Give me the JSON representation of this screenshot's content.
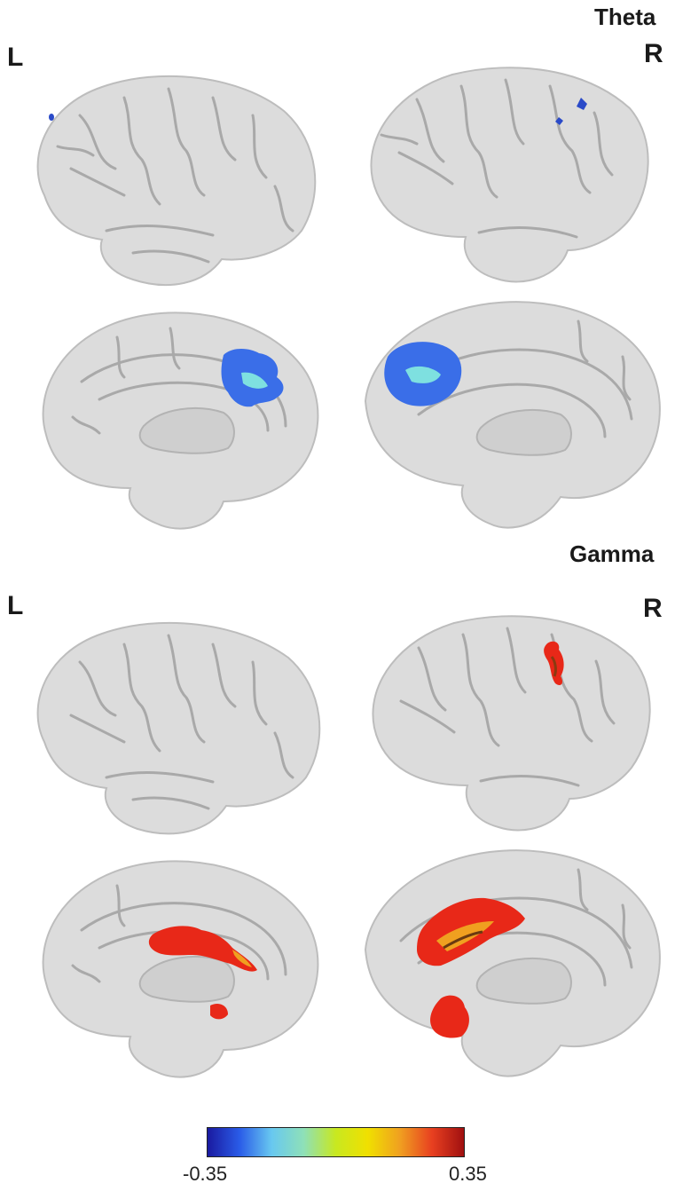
{
  "panels": {
    "theta": {
      "title": "Theta",
      "left": "L",
      "right": "R"
    },
    "gamma": {
      "title": "Gamma",
      "left": "L",
      "right": "R"
    }
  },
  "colorbar": {
    "min_label": "-0.35",
    "max_label": "0.35",
    "min": -0.35,
    "max": 0.35,
    "stops": [
      "#1a1aa0",
      "#2a5ce8",
      "#68c8f0",
      "#8ee0b8",
      "#c8e820",
      "#f0e000",
      "#f0a020",
      "#e84020",
      "#a01010"
    ]
  },
  "colors": {
    "brain_surface": "#dcdcdc",
    "sulcus": "#a9a9a9",
    "negative_blob": "#3a6ee8",
    "negative_core": "#7ee0e0",
    "positive_blob": "#e82818",
    "positive_core": "#f0a020"
  }
}
